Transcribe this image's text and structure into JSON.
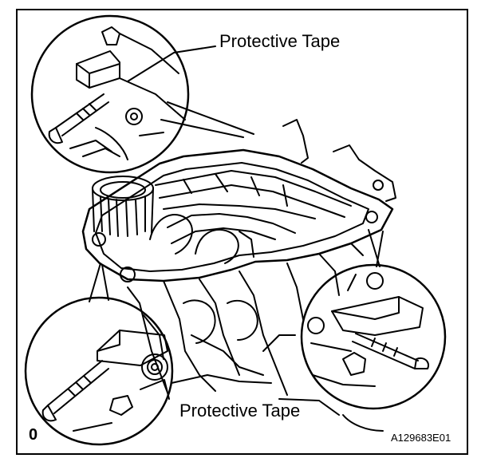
{
  "figure": {
    "callout_top": "Protective Tape",
    "callout_bottom": "Protective Tape",
    "corner_mark": "0",
    "figure_id": "A129683E01"
  },
  "colors": {
    "ink": "#000000",
    "paper": "#ffffff"
  }
}
